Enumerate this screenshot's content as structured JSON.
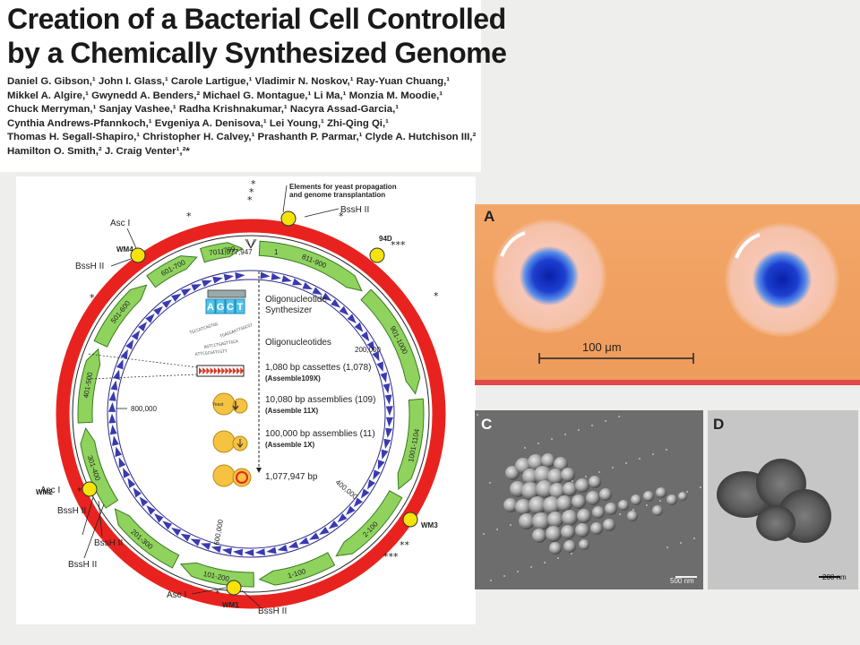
{
  "paper": {
    "title_lines": [
      "Creation of a Bacterial Cell Controlled",
      "by a Chemically Synthesized Genome"
    ],
    "author_lines": [
      "Daniel G. Gibson,¹ John I. Glass,¹ Carole Lartigue,¹ Vladimir N. Noskov,¹ Ray-Yuan Chuang,¹",
      "Mikkel A. Algire,¹ Gwynedd A. Benders,² Michael G. Montague,¹ Li Ma,¹ Monzia M. Moodie,¹",
      "Chuck Merryman,¹ Sanjay Vashee,¹ Radha Krishnakumar,¹ Nacyra Assad-Garcia,¹",
      "Cynthia Andrews-Pfannkoch,¹ Evgeniya A. Denisova,¹ Lei Young,¹ Zhi-Qing Qi,¹",
      "Thomas H. Segall-Shapiro,¹ Christopher H. Calvey,¹ Prashanth P. Parmar,¹ Clyde A. Hutchison III,²",
      "Hamilton O. Smith,² J. Craig Venter¹,²*"
    ]
  },
  "genome_map": {
    "elements_label_lines": [
      "Elements for yeast propagation",
      "and genome transplantation"
    ],
    "segments": [
      "1-100",
      "101-200",
      "201-300",
      "301-400",
      "401-500",
      "501-600",
      "601-700",
      "701-799",
      "811-900",
      "901-1000",
      "1001-1104",
      "2-100"
    ],
    "positions": [
      "1,077,947",
      "1",
      "200,000",
      "400,000",
      "600,000",
      "800,000"
    ],
    "markers": [
      "WM1",
      "WM2",
      "WM3",
      "WM4",
      "94D"
    ],
    "sites": {
      "bssh_top": "BssH II",
      "asc_top": "Asc I",
      "bssh_left_top": "BssH II",
      "asc_left": "Asc I",
      "bssh_left_1": "BssH II",
      "bssh_left_2": "BssH II",
      "bssh_left_3": "BssH II",
      "asc_bottom": "Asc I",
      "bssh_bottom": "BssH II"
    },
    "center_steps": [
      {
        "text": "Oligonucleotide",
        "sub": "Synthesizer",
        "bold": ""
      },
      {
        "text": "Oligonucleotides",
        "sub": "",
        "bold": ""
      },
      {
        "text": "1,080 bp cassettes (1,078)",
        "sub": "",
        "bold": "(Assemble109X)"
      },
      {
        "text": "10,080 bp assemblies (109)",
        "sub": "",
        "bold": "(Assemble 11X)"
      },
      {
        "text": "100,000 bp assemblies (11)",
        "sub": "",
        "bold": "(Assemble 1X)"
      },
      {
        "text": "1,077,947 bp",
        "sub": "",
        "bold": ""
      }
    ],
    "synth_letters": [
      "A",
      "G",
      "C",
      "T"
    ],
    "oligo_text": [
      "TGCCATCAGTGG",
      "TGAGGAATTGGCGT",
      "AGTCCTGAGTTGCA",
      "ATTCGCGATCGTT"
    ],
    "yeast_label": "Yeast"
  },
  "panels": {
    "a": {
      "letter": "A",
      "scale": "100 μm"
    },
    "c": {
      "letter": "C",
      "scale": "500 nm"
    },
    "d": {
      "letter": "D",
      "scale": "200 nm"
    }
  },
  "colors": {
    "outer_ring": "#e8231f",
    "segment_fill": "#8fd35e",
    "segment_stroke": "#3a7a1e",
    "cassette_ring": "#3a3ab0",
    "marker": "#f5e30a",
    "agar": "#f2a768"
  }
}
